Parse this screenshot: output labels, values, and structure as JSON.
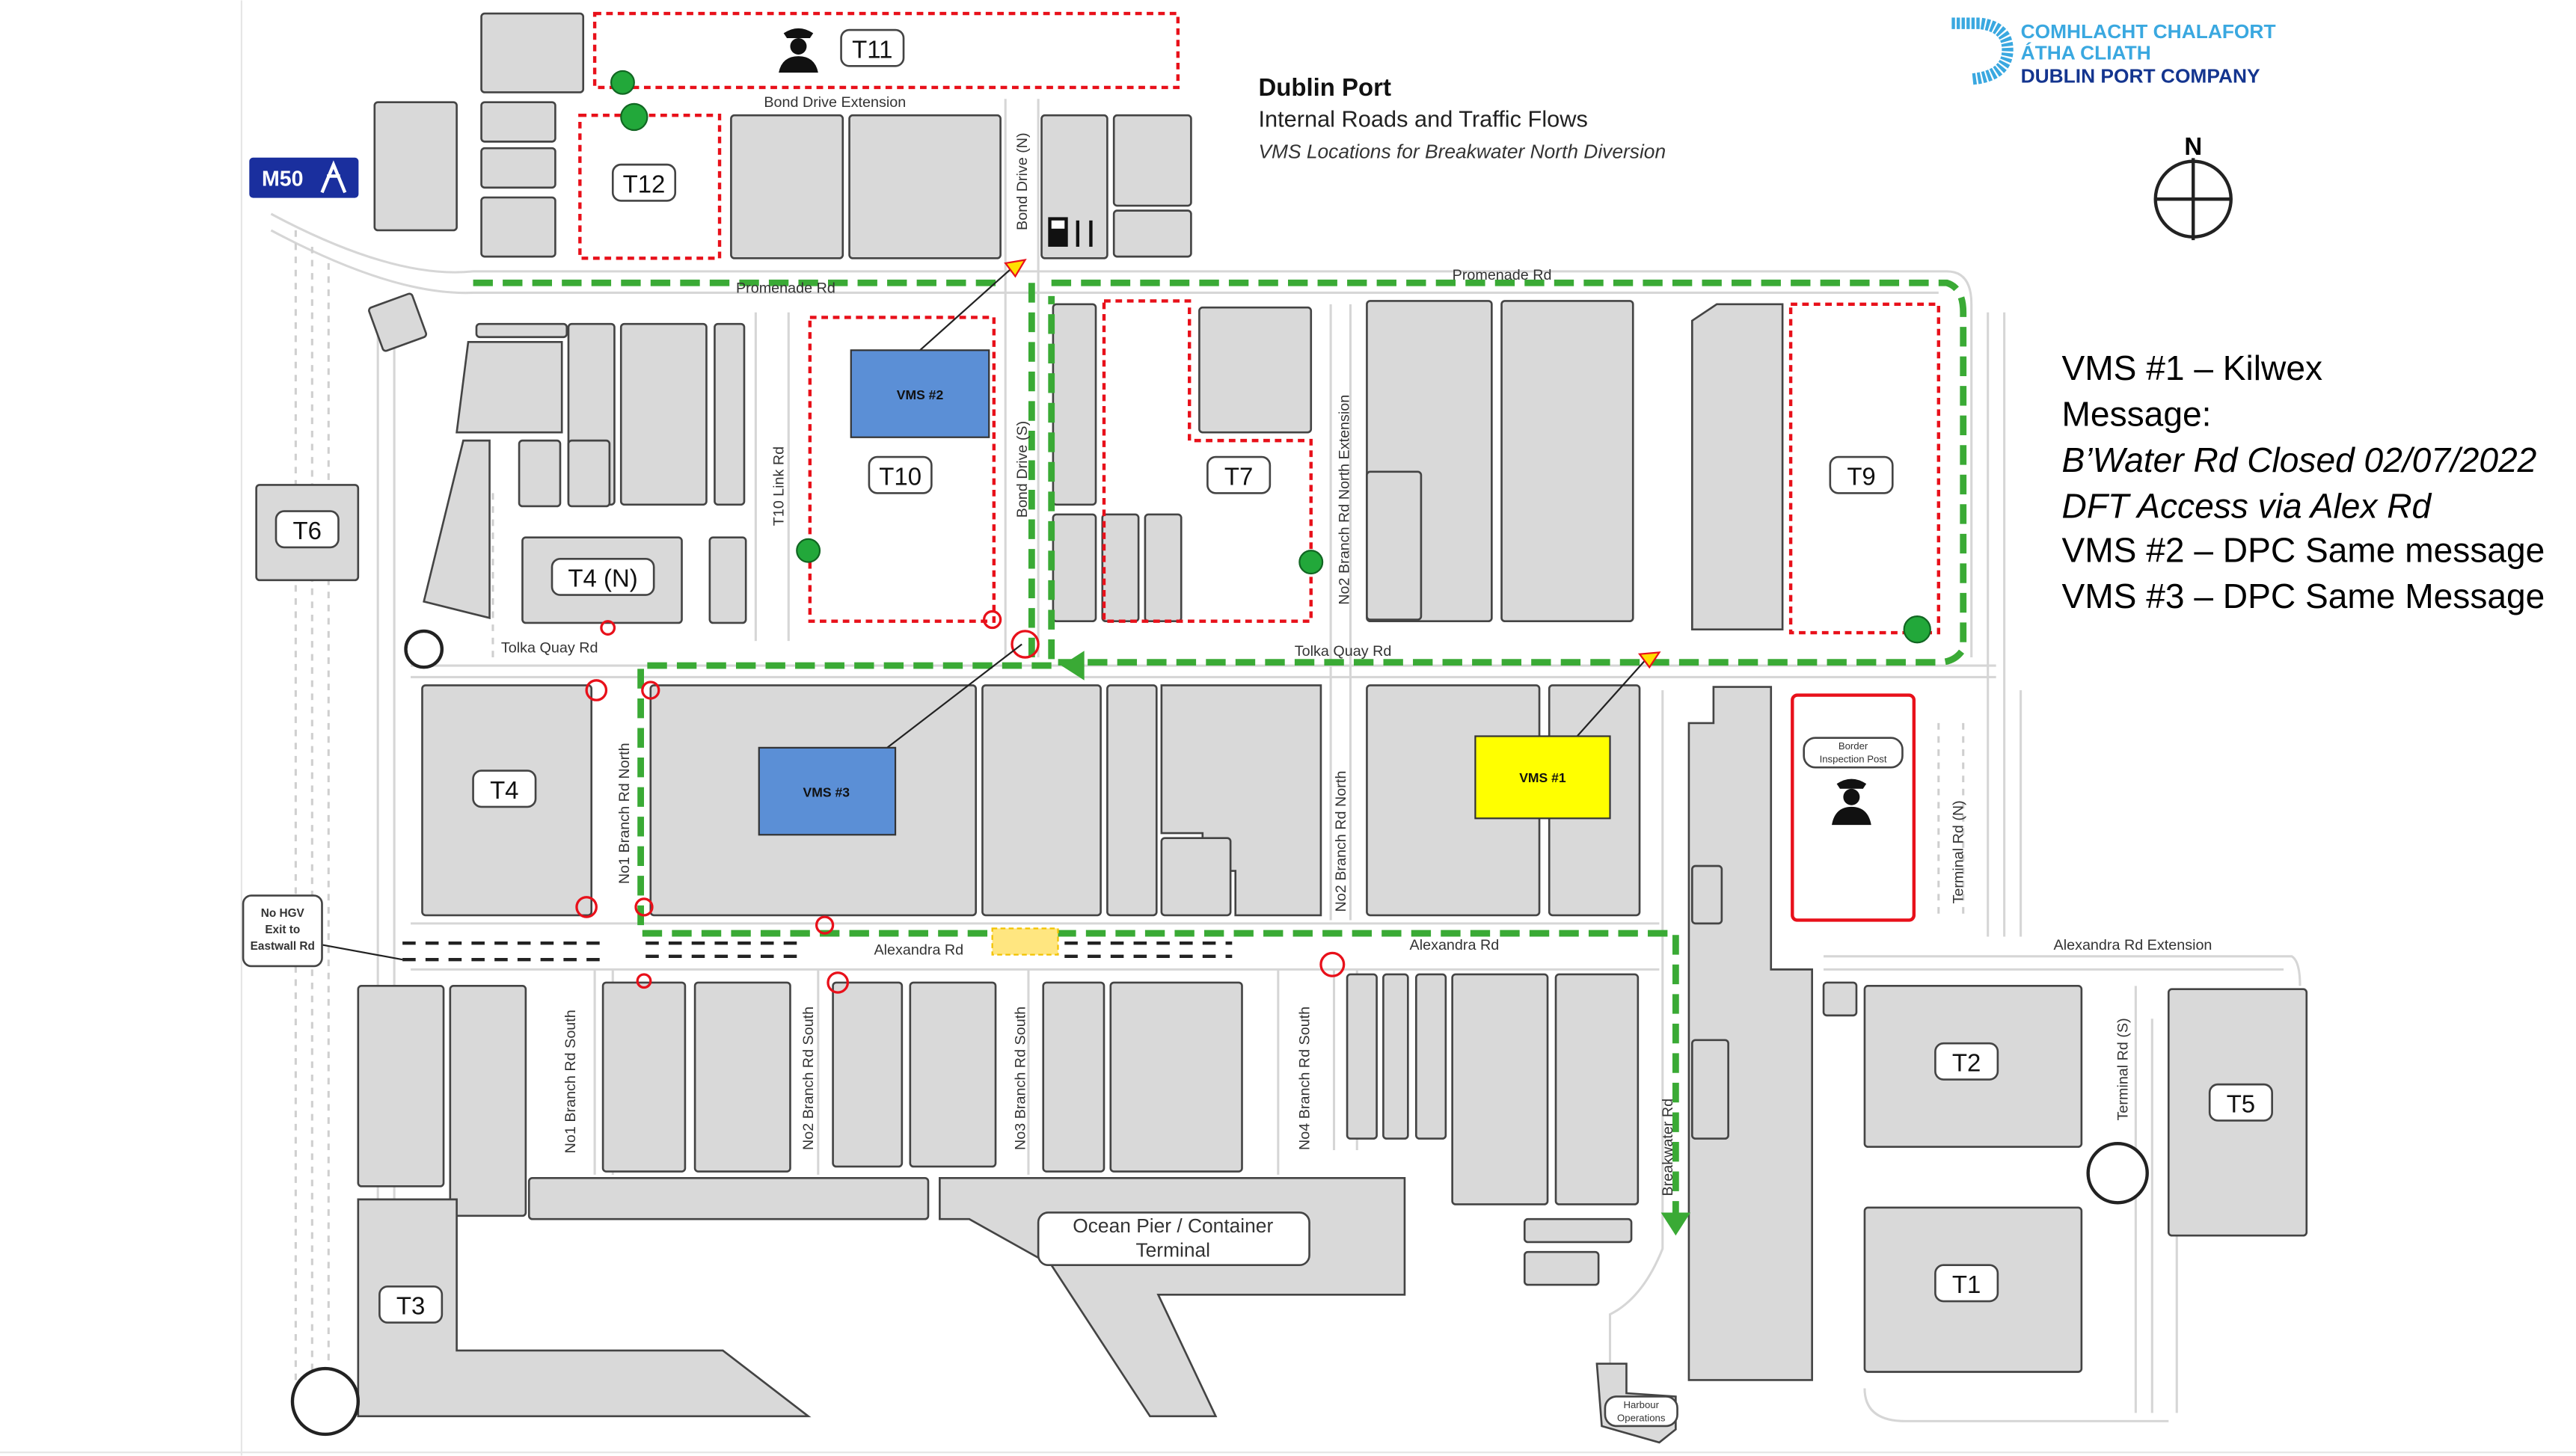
{
  "header": {
    "title": "Dublin Port",
    "subtitle": "Internal Roads and Traffic Flows",
    "caption": "VMS Locations for Breakwater North Diversion"
  },
  "logo": {
    "line1": "COMHLACHT CHALAFORT",
    "line2": "ÁTHA CLIATH",
    "line3": "DUBLIN PORT COMPANY",
    "color_light": "#3aa8e0",
    "color_dark": "#14358f"
  },
  "compass": {
    "label": "N"
  },
  "motorway_sign": {
    "label": "M50"
  },
  "terminals": {
    "t11": "T11",
    "t12": "T12",
    "t10": "T10",
    "t7": "T7",
    "t9": "T9",
    "t6": "T6",
    "t4n": "T4 (N)",
    "t4": "T4",
    "t2": "T2",
    "t5": "T5",
    "t1": "T1",
    "t3": "T3"
  },
  "vms": {
    "vms1": "VMS #1",
    "vms2": "VMS #2",
    "vms3": "VMS #3"
  },
  "vms_colors": {
    "vms1": "#ffff00",
    "vms2": "#5b8fd6",
    "vms3": "#5b8fd6",
    "route": "#3aaa35",
    "closure": "#e8101a"
  },
  "roads": {
    "bond_drive_ext": "Bond Drive Extension",
    "promenade_w": "Promenade Rd",
    "promenade_e": "Promenade Rd",
    "bond_drive_n": "Bond Drive (N)",
    "bond_drive_s": "Bond Drive (S)",
    "t10_link": "T10 Link Rd",
    "no2_branch_north_ext": "No2 Branch Rd North Extension",
    "tolka_w": "Tolka Quay Rd",
    "tolka_e": "Tolka Quay Rd",
    "no1_branch_north": "No1 Branch Rd North",
    "no2_branch_north": "No2 Branch Rd North",
    "alexandra_w": "Alexandra Rd",
    "alexandra_e": "Alexandra Rd",
    "alexandra_ext": "Alexandra Rd Extension",
    "terminal_n": "Terminal Rd (N)",
    "terminal_s": "Terminal Rd (S)",
    "breakwater": "Breakwater Rd",
    "no1_branch_south": "No1 Branch Rd South",
    "no2_branch_south": "No2 Branch Rd South",
    "no3_branch_south": "No3 Branch Rd South",
    "no4_branch_south": "No4 Branch Rd South"
  },
  "callouts": {
    "no_hgv": [
      "No HGV",
      "Exit to",
      "Eastwall Rd"
    ],
    "border": [
      "Border",
      "Inspection Post"
    ],
    "harbour": [
      "Harbour",
      "Operations"
    ],
    "ocean_pier": [
      "Ocean Pier / Container",
      "Terminal"
    ]
  },
  "notes": {
    "line1": "VMS #1 – Kilwex",
    "line2": "Message:",
    "line3": "B’Water Rd Closed 02/07/2022",
    "line4": "DFT Access via Alex Rd",
    "line5": "VMS #2 – DPC Same message",
    "line6": "VMS #3 – DPC Same Message"
  }
}
